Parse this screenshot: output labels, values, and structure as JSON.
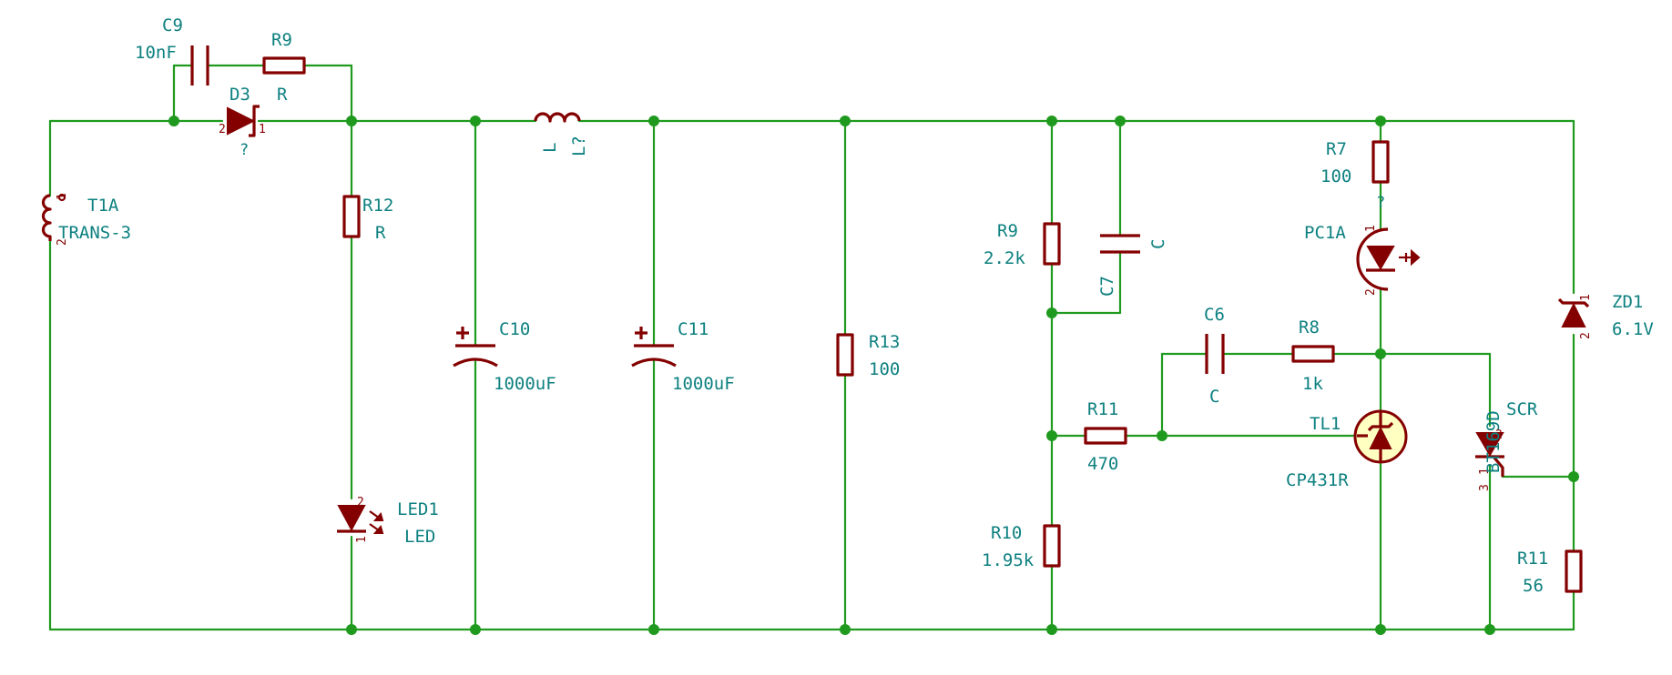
{
  "colors": {
    "wire": "#1f9a1f",
    "component": "#840000",
    "label": "#0e8080",
    "ic_fill": "#ffffc2"
  },
  "components": {
    "C9": {
      "ref": "C9",
      "value": "10nF"
    },
    "R9a": {
      "ref": "R9",
      "value": "R"
    },
    "D3": {
      "ref": "D3",
      "value": "?"
    },
    "T1A": {
      "ref": "T1A",
      "value": "TRANS-3"
    },
    "R12": {
      "ref": "R12",
      "value": "R"
    },
    "LED1": {
      "ref": "LED1",
      "value": "LED"
    },
    "C10": {
      "ref": "C10",
      "value": "1000uF"
    },
    "L": {
      "ref": "L",
      "value": "L?"
    },
    "C11": {
      "ref": "C11",
      "value": "1000uF"
    },
    "R13": {
      "ref": "R13",
      "value": "100"
    },
    "R9b": {
      "ref": "R9",
      "value": "2.2k"
    },
    "C7": {
      "ref": "C7",
      "value": "C"
    },
    "R10": {
      "ref": "R10",
      "value": "1.95k"
    },
    "R11a": {
      "ref": "R11",
      "value": "470"
    },
    "C6": {
      "ref": "C6",
      "value": "C"
    },
    "R8": {
      "ref": "R8",
      "value": "1k"
    },
    "R7": {
      "ref": "R7",
      "value": "100"
    },
    "PC1A": {
      "ref": "PC1A",
      "value": "?"
    },
    "TL1": {
      "ref": "TL1",
      "value": "CP431R"
    },
    "SCR": {
      "ref": "SCR",
      "value": "BT169D"
    },
    "ZD1": {
      "ref": "ZD1",
      "value": "6.1V"
    },
    "R11b": {
      "ref": "R11",
      "value": "56"
    }
  },
  "pins": {
    "one": "1",
    "two": "2",
    "three": "3"
  }
}
